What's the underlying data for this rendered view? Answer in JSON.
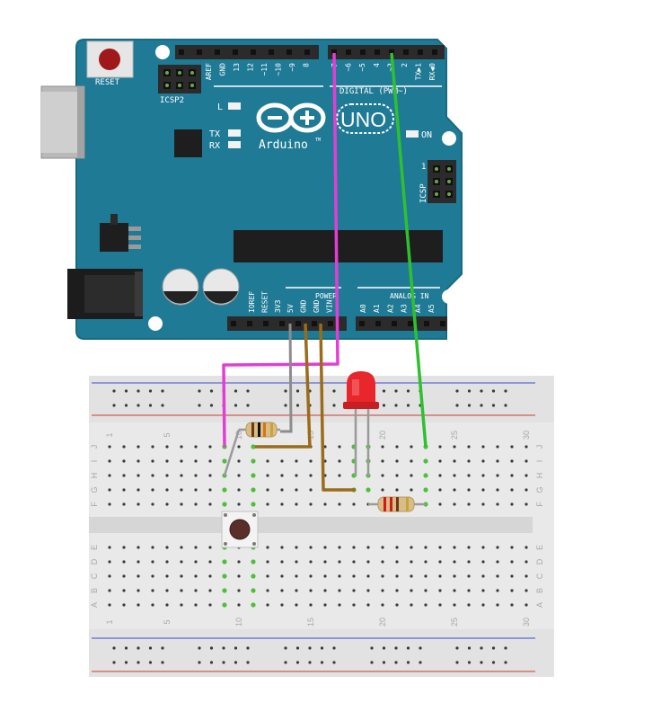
{
  "arduino": {
    "reset_label": "RESET",
    "icsp2_label": "ICSP2",
    "icsp_label": "ICSP",
    "icsp_pin1": "1",
    "l_label": "L",
    "tx_label": "TX",
    "rx_label": "RX",
    "on_label": "ON",
    "logo_text": "Arduino",
    "logo_tm": "TM",
    "uno_text": "UNO",
    "digital_label": "DIGITAL (PWM~)",
    "power_label": "POWER",
    "analog_label": "ANALOG IN",
    "digital_pins_left": [
      "AREF",
      "GND",
      "13",
      "12",
      "~11",
      "~10",
      "~9",
      "8"
    ],
    "digital_pins_right": [
      "7",
      "~6",
      "~5",
      "4",
      "~3",
      "2",
      "TX▶1",
      "RX◀0"
    ],
    "power_pins": [
      "IOREF",
      "RESET",
      "3V3",
      "5V",
      "GND",
      "GND",
      "VIN"
    ],
    "analog_pins": [
      "A0",
      "A1",
      "A2",
      "A3",
      "A4",
      "A5"
    ]
  },
  "breadboard": {
    "column_numbers": [
      "1",
      "5",
      "10",
      "15",
      "20",
      "25",
      "30"
    ],
    "row_letters_top": [
      "J",
      "I",
      "H",
      "G",
      "F"
    ],
    "row_letters_bottom": [
      "E",
      "D",
      "C",
      "B",
      "A"
    ]
  },
  "colors": {
    "board": "#1f7a96",
    "board_edge": "#176a82",
    "header": "#2b2b2b",
    "breadboard": "#e9e9e9",
    "rail_red": "#d03838",
    "rail_blue": "#3a4ad0",
    "wire_pink": "#e23fd2",
    "wire_green": "#2fc02f",
    "wire_brown": "#9a6c1a",
    "wire_gray": "#8c8c8c",
    "led": "#e8262b",
    "active_hole": "#4fbf3a"
  }
}
